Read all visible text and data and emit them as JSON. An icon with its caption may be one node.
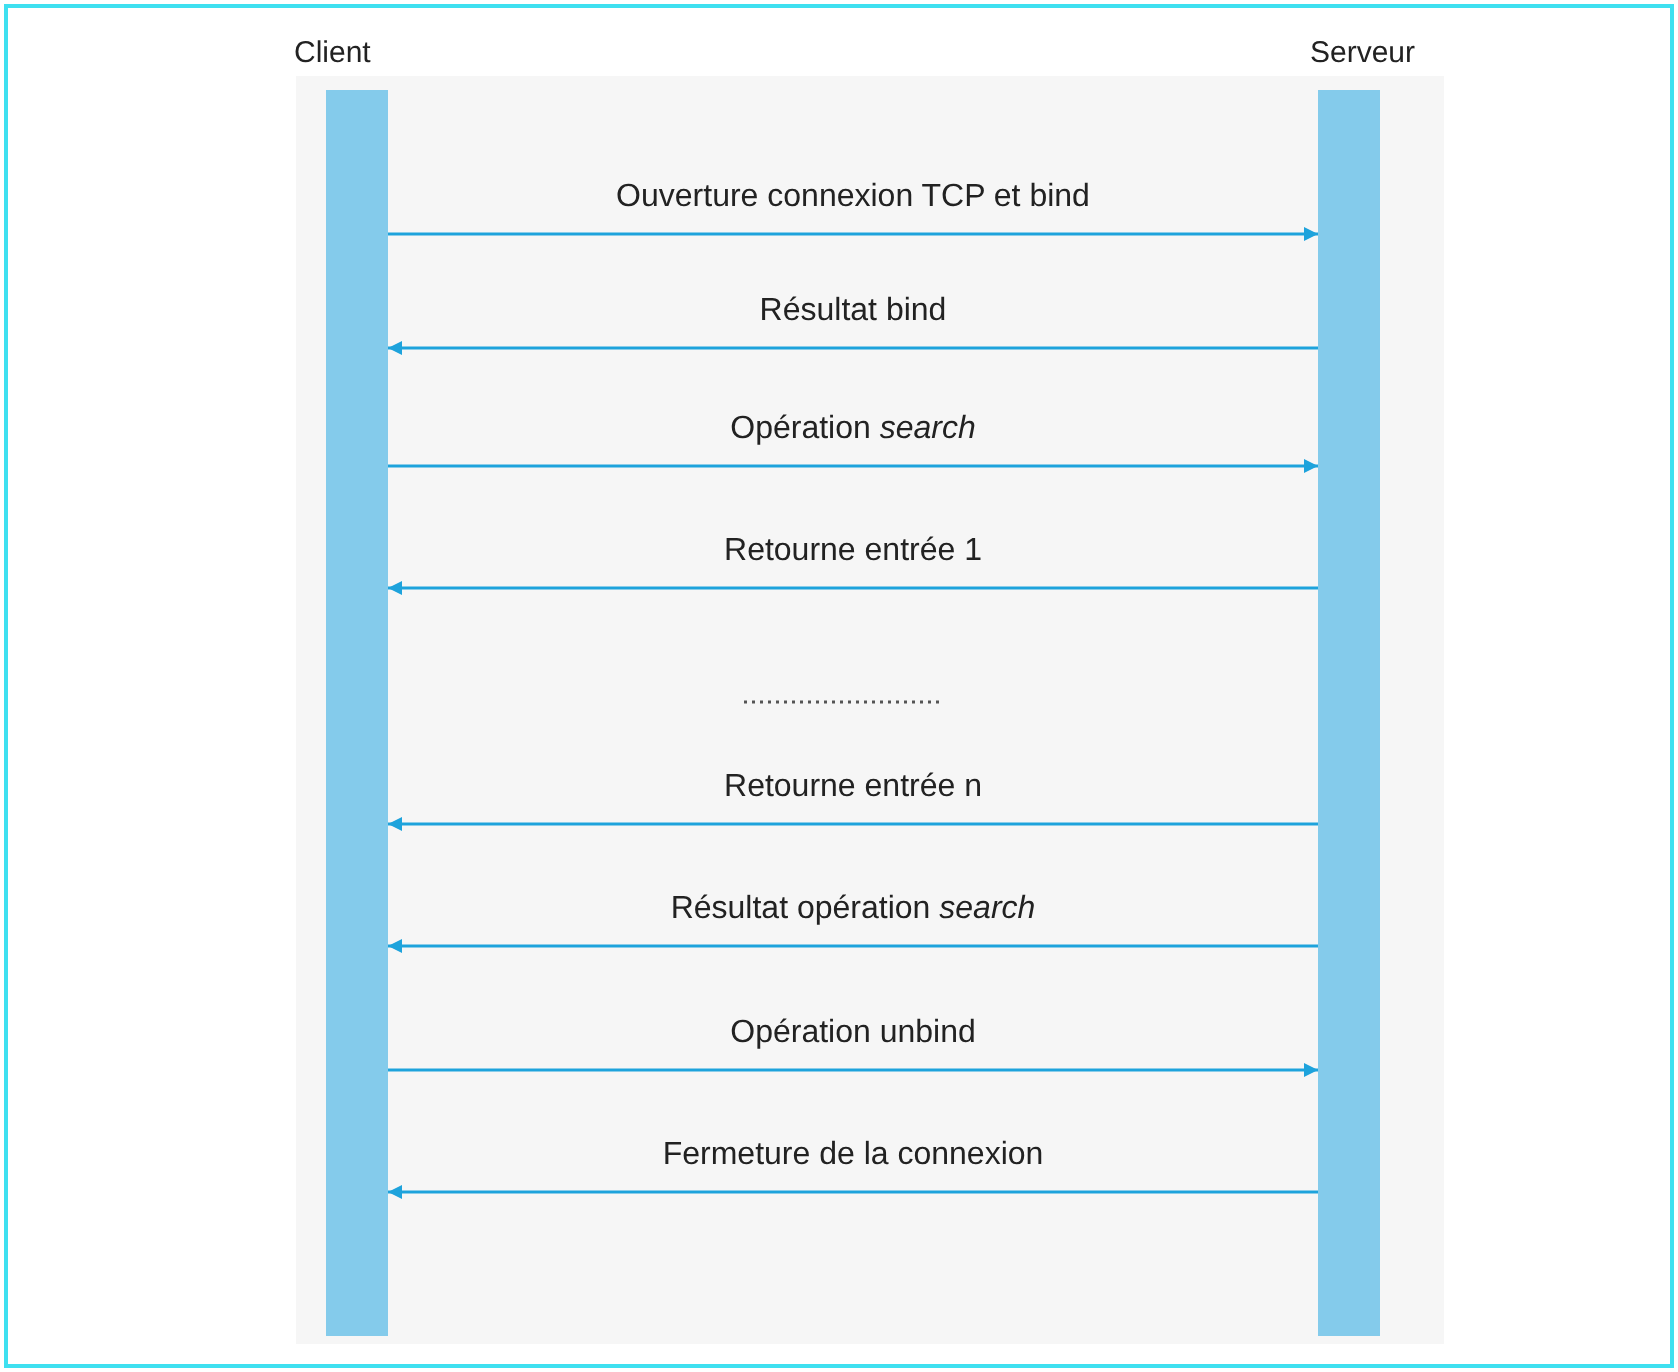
{
  "diagram": {
    "nodes": [
      {
        "text": [
          "Client"
        ]
      },
      {
        "text": [
          "Serveur"
        ]
      }
    ],
    "edges": [
      {
        "from": 0,
        "to": 1,
        "arrow": "to",
        "label": "Ouverture connexion TCP et bind"
      },
      {
        "from": 1,
        "to": 0,
        "arrow": "to",
        "label": "Résultat bind"
      },
      {
        "from": 0,
        "to": 1,
        "arrow": "to",
        "label": "Opération *search*"
      },
      {
        "from": 1,
        "to": 0,
        "arrow": "to",
        "label": "Retourne entrée 1"
      },
      {
        "from": 1,
        "to": 0,
        "arrow": "to",
        "label": "Retourne entrée n"
      },
      {
        "from": 1,
        "to": 0,
        "arrow": "to",
        "label": "Résultat opération *search*"
      },
      {
        "from": 0,
        "to": 1,
        "arrow": "to",
        "label": "Opération unbind"
      },
      {
        "from": 1,
        "to": 0,
        "arrow": "to",
        "label": "Fermeture de la connexion"
      }
    ]
  }
}
